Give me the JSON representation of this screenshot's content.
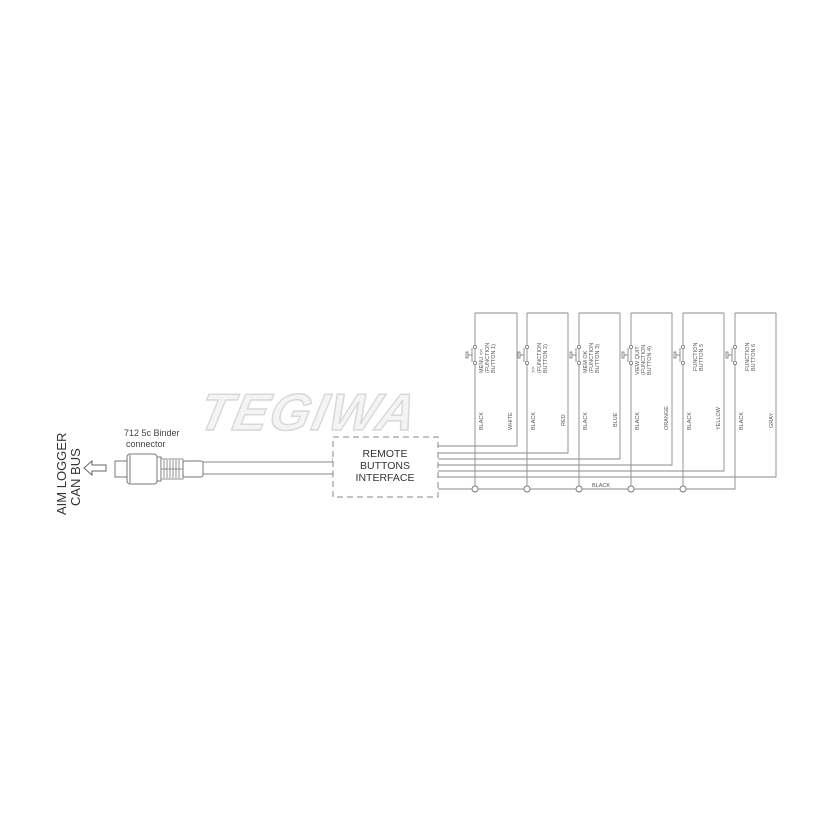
{
  "diagram": {
    "type": "wiring-diagram",
    "watermark": "TEGIWA",
    "side_label": {
      "line1": "AIM LOGGER",
      "line2": "CAN BUS"
    },
    "connector": {
      "line1": "712 5c Binder",
      "line2": "connector"
    },
    "interface_box": {
      "line1": "REMOTE",
      "line2": "BUTTONS",
      "line3": "INTERFACE"
    },
    "common_bus_label": "BLACK",
    "buttons": [
      {
        "name_line1": "MENU <<",
        "name_line2": "(FUNCTION",
        "name_line3": "BUTTON 1)",
        "ground": "BLACK",
        "signal": "WHITE"
      },
      {
        "name_line1": ">>",
        "name_line2": "(FUNCTION",
        "name_line3": "BUTTON 2)",
        "ground": "BLACK",
        "signal": "RED"
      },
      {
        "name_line1": "MEM OK",
        "name_line2": "(FUNCTION",
        "name_line3": "BUTTON 3)",
        "ground": "BLACK",
        "signal": "BLUE"
      },
      {
        "name_line1": "VIEW QUIT",
        "name_line2": "(FUNCTION",
        "name_line3": "BUTTON 4)",
        "ground": "BLACK",
        "signal": "ORANGE"
      },
      {
        "name_line1": "",
        "name_line2": "FUNCTION",
        "name_line3": "BUTTON 5",
        "ground": "BLACK",
        "signal": "YELLOW"
      },
      {
        "name_line1": "",
        "name_line2": "FUNCTION",
        "name_line3": "BUTTON 6",
        "ground": "BLACK",
        "signal": "GRAY"
      }
    ],
    "colors": {
      "line": "#8a8a8a",
      "text": "#444444",
      "background": "#ffffff"
    }
  }
}
